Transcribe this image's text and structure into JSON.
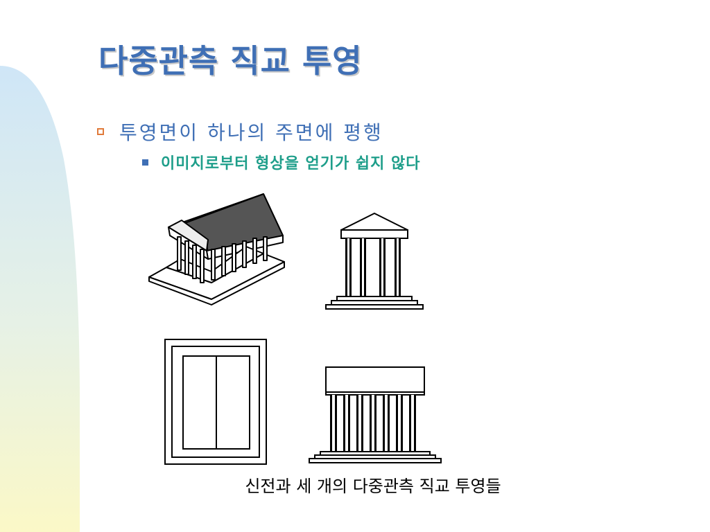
{
  "slide": {
    "title": "다중관측 직교 투영",
    "bullets": [
      {
        "text": "투영면이 하나의 주면에 평행",
        "sub": [
          {
            "text": "이미지로부터 형상을 얻기가 쉽지 않다"
          }
        ]
      }
    ],
    "caption": "신전과 세 개의 다중관측 직교 투영들"
  },
  "colors": {
    "title": "#3f6fb5",
    "bullet_marker": "#e07a3a",
    "sub_text": "#1e9e8a",
    "band_top": "#cfe6f7",
    "band_bottom": "#fbf8c7"
  }
}
